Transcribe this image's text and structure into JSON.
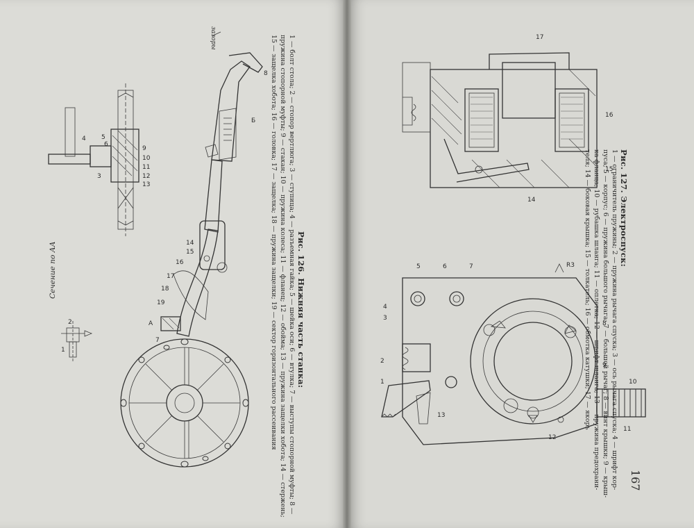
{
  "page_number": "167",
  "section_label": "Сечение по АА",
  "gap_label": "зазоры",
  "figure126": {
    "caption": "Рис. 126. Нижняя часть станка:",
    "legend_lines": [
      "1 — болт стола; 2 — стопор вертлюга; 3 — ступица; 4 — разъемная гайка; 5 — шейка оси; 6 — втулка; 7 — выступы стопорной муфты; 8 —",
      "пружина стопорной муфты; 9 — стакан; 10 — пружина колеса; 11 — фланец; 12 — обойма; 13 — пружина защелки хобота; 14 — стержень;",
      "15 — защелка хобота; 16 — головка; 17 — защелка; 18 — пружина защелки; 19 — сектор горизонтального рассеивания"
    ]
  },
  "figure127": {
    "caption": "Рис. 127. Электроспуск:",
    "legend_lines": [
      "1 — ограничитель пружины; 2 — пружина рычага спуска; 3 — ось рычага спуска; 4 — шрифт кор-",
      "пуса; 5 — корпус; 6 — пружина большого рычага; 7 — большой рычаг; 8 — винт крышки; 9 — крыш-",
      "ка фланца; 10 — рубашка шланга; 11 — оплетка; 12 — шрифт шланга; 13 — пружина предохрани-",
      "теля; 14 — боковая крышка; 15 — толкатель; 16 — обмотка катушки; 17 — якорь"
    ]
  },
  "labels_fig126": [
    "1",
    "2",
    "3",
    "4",
    "5",
    "6",
    "9",
    "10",
    "11",
    "12",
    "13",
    "14",
    "15",
    "16",
    "17",
    "18",
    "19",
    "А",
    "7",
    "8",
    "Б"
  ],
  "labels_fig127": [
    "1",
    "2",
    "3",
    "4",
    "5",
    "6",
    "7",
    "8",
    "9",
    "10",
    "11",
    "12",
    "13",
    "14",
    "15",
    "16",
    "17",
    "R3"
  ]
}
